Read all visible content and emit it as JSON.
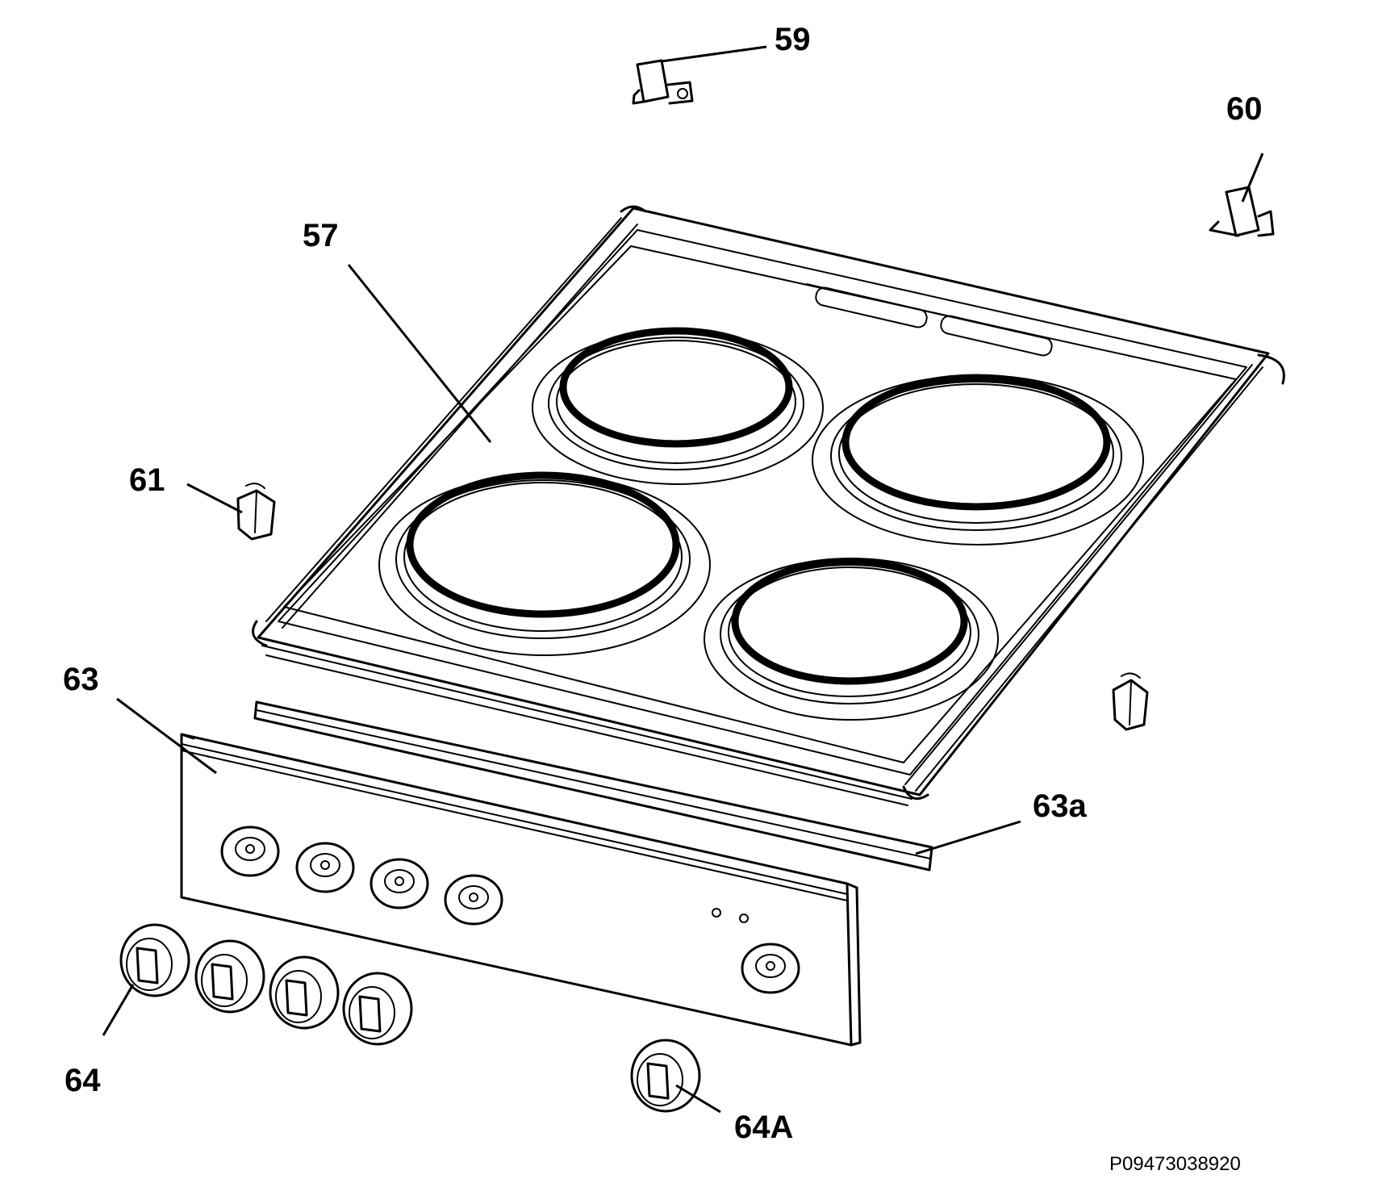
{
  "diagram": {
    "callouts": {
      "c59": "59",
      "c60": "60",
      "c57": "57",
      "c61": "61",
      "c63": "63",
      "c63a": "63a",
      "c64": "64",
      "c64a": "64A"
    },
    "drawing_code": "P09473038920"
  }
}
